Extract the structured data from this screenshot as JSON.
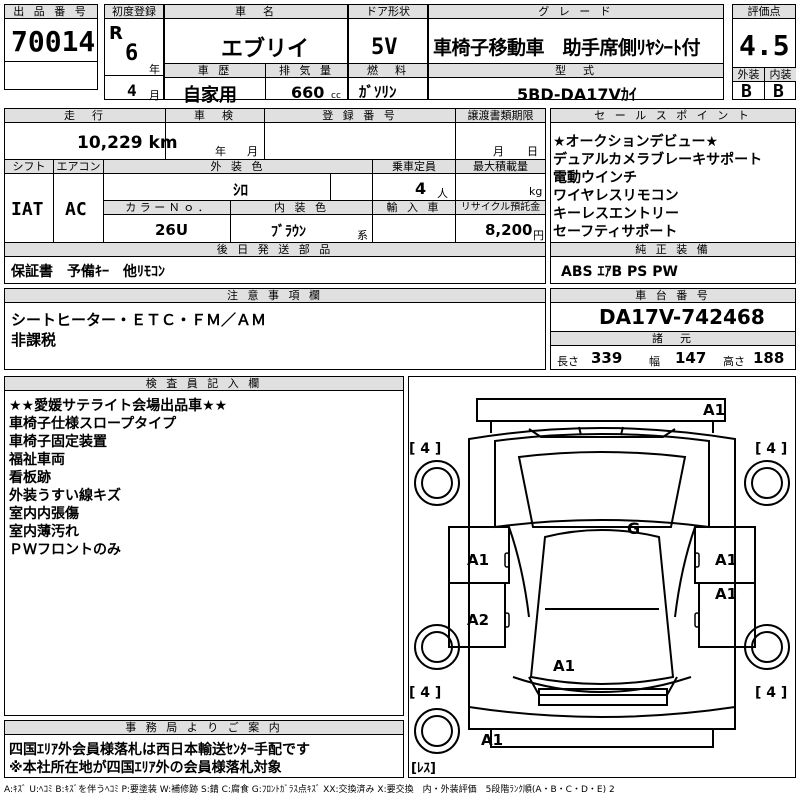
{
  "top": {
    "lot_label": "出 品 番 号",
    "lot_no": "70014",
    "reg_label": "初度登録",
    "era": "R",
    "year": "6",
    "year_unit": "年",
    "month": "4",
    "month_unit": "月",
    "name_label": "車　名",
    "name": "エブリイ",
    "history_label": "車 歴",
    "history": "自家用",
    "disp_label": "排 気 量",
    "disp": "660",
    "disp_unit": "cc",
    "door_label": "ドア形状",
    "door": "5V",
    "fuel_label": "燃　料",
    "fuel": "ｶﾞｿﾘﾝ",
    "grade_label": "グ レ ー ド",
    "grade": "車椅子移動車　助手席側ﾘﾔｼｰﾄ付",
    "model_label": "型　式",
    "model": "5BD-DA17Vｶｲ",
    "score_label": "評価点",
    "score": "4.5",
    "ext_label": "外装",
    "int_label": "内装",
    "ext": "B",
    "int": "B"
  },
  "mid": {
    "mileage_label": "走　行",
    "mileage": "10,229 km",
    "inspection_label": "車　検",
    "insp_year": "年",
    "insp_month": "月",
    "regno_label": "登 録 番 号",
    "transfer_label": "譲渡書類期限",
    "transfer_month": "月",
    "transfer_day": "日",
    "shift_label": "シフト",
    "shift": "IAT",
    "ac_label": "エアコン",
    "ac": "AC",
    "color_label": "外 装 色",
    "color": "ｼﾛ",
    "capacity_label": "乗車定員",
    "capacity": "4",
    "capacity_unit": "人",
    "load_label": "最大積載量",
    "load_unit": "kg",
    "colorno_label": "カ ラ ー Ｎ ｏ ．",
    "colorno": "26U",
    "interior_label": "内 装 色",
    "interior": "ﾌﾞﾗｳﾝ",
    "interior_unit": "系",
    "import_label": "輸 入 車",
    "recycle_label": "リサイクル預託金",
    "recycle": "8,200",
    "recycle_unit": "円",
    "later_label": "後 日 発 送 部 品",
    "later": "保証書　予備ｷｰ　他ﾘﾓｺﾝ"
  },
  "sales": {
    "label": "セ ー ル ス ポ イ ン ト",
    "lines": [
      "★オークションデビュー★",
      "デュアルカメラブレーキサポート",
      "電動ウインチ",
      "ワイヤレスリモコン",
      "キーレスエントリー",
      "セーフティサポート"
    ]
  },
  "equip": {
    "label": "純 正 装 備",
    "value": "ABS ｴｱB PS PW"
  },
  "notes": {
    "label": "注 意 事 項 欄",
    "lines": [
      "シートヒーター・ＥＴＣ・ＦＭ／ＡＭ",
      "非課税"
    ]
  },
  "chassis": {
    "label": "車 台 番 号",
    "value": "DA17V-742468",
    "dims_label": "諸　元",
    "len_label": "長さ",
    "len": "339",
    "wid_label": "幅",
    "wid": "147",
    "hgt_label": "高さ",
    "hgt": "188"
  },
  "inspector": {
    "label": "検 査 員 記 入 欄",
    "lines": [
      "★★愛媛サテライト会場出品車★★",
      "車椅子仕様スロープタイプ",
      "車椅子固定装置",
      "福祉車両",
      "看板跡",
      "外装うすい線キズ",
      "室内内張傷",
      "室内薄汚れ",
      "ＰＷフロントのみ"
    ]
  },
  "office": {
    "label": "事 務 局 よ り ご 案 内",
    "lines": [
      "四国ｴﾘｱ外会員様落札は西日本輸送ｾﾝﾀｰ手配です",
      "※本社所在地が四国ｴﾘｱ外の会員様落札対象"
    ]
  },
  "diagram": {
    "marks": {
      "a1_front": "A1",
      "tire_fl": "[ 4 ]",
      "tire_fr": "[ 4 ]",
      "tire_rl": "[ 4 ]",
      "tire_rr": "[ 4 ]",
      "glass": "G",
      "a1_left_door": "A1",
      "a2_left": "A2",
      "a1_right_door": "A1",
      "a1_right_rear": "A1",
      "a1_roof": "A1",
      "a1_rear": "A1",
      "spare": "[ﾚｽ]"
    }
  },
  "legend": "A:ｷｽﾞ U:ﾍｺﾐ B:ｷｽﾞを伴うﾍｺﾐ P:要塗装 W:補修跡 S:錆 C:腐食 G:ﾌﾛﾝﾄｶﾞﾗｽ点ｷｽﾞ XX:交換済み X:要交換　内・外装評価　5段階ﾗﾝｸ順(A・B・C・D・E) 2"
}
